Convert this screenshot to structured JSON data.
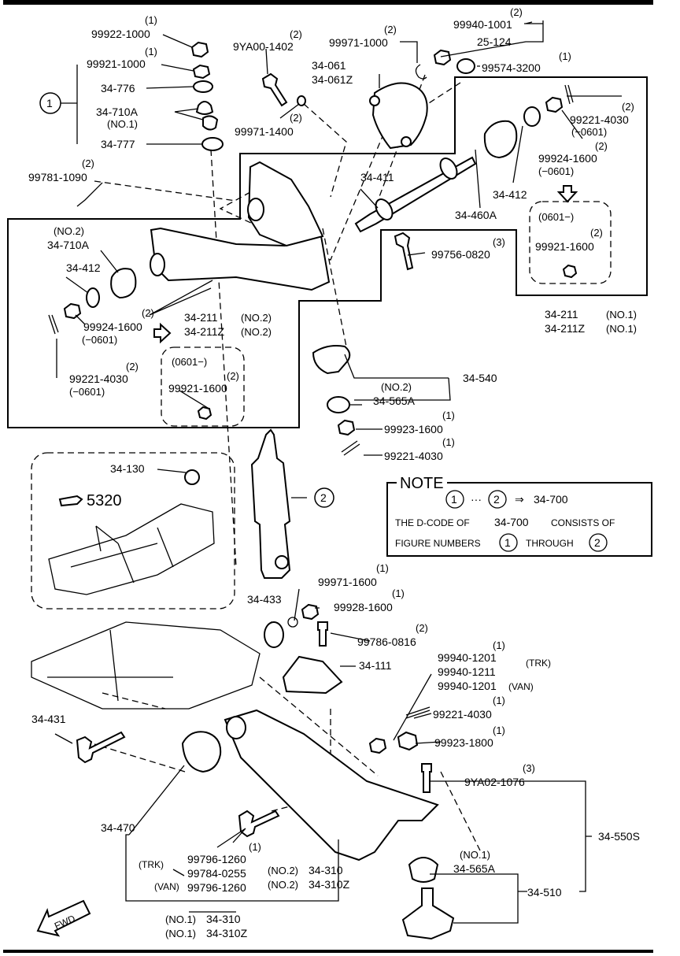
{
  "labels": {
    "p99922_1000": "99922-1000",
    "p99922_1000_q": "(1)",
    "p99921_1000": "99921-1000",
    "p99921_1000_q": "(1)",
    "p34_776": "34-776",
    "p34_710A_top": "34-710A",
    "p34_710A_top_note": "(NO.1)",
    "p34_777": "34-777",
    "p9YA00_1402": "9YA00-1402",
    "p9YA00_1402_q": "(2)",
    "p99971_1000": "99971-1000",
    "p99971_1000_q": "(2)",
    "p34_061": "34-061",
    "p34_061Z": "34-061Z",
    "p99940_1001": "99940-1001",
    "p99940_1001_q": "(2)",
    "p25_124": "25-124",
    "p99574_3200": "99574-3200",
    "p99574_3200_q": "(1)",
    "p99971_1400": "99971-1400",
    "p99971_1400_q": "(2)",
    "p99781_1090": "99781-1090",
    "p99781_1090_q": "(2)",
    "p99221_4030_r": "99221-4030",
    "p99221_4030_r_q": "(2)",
    "p99221_4030_r_rng": "(−0601)",
    "p99924_1600_r": "99924-1600",
    "p99924_1600_r_q": "(2)",
    "p99924_1600_r_rng": "(−0601)",
    "p34_411": "34-411",
    "p34_412_r": "34-412",
    "p34_460A": "34-460A",
    "range_r": "(0601−)",
    "p99921_1600_r": "99921-1600",
    "p99921_1600_r_q": "(2)",
    "p99756_0820": "99756-0820",
    "p99756_0820_q": "(3)",
    "p34_211_no1": "34-211",
    "p34_211_no1_n": "(NO.1)",
    "p34_211Z_no1": "34-211Z",
    "p34_211Z_no1_n": "(NO.1)",
    "p34_710A_no2_n": "(NO.2)",
    "p34_710A_no2": "34-710A",
    "p34_412_l": "34-412",
    "p99924_1600_l": "99924-1600",
    "p99924_1600_l_q": "(2)",
    "p99924_1600_l_rng": "(−0601)",
    "p34_211_no2": "34-211",
    "p34_211_no2_n": "(NO.2)",
    "p34_211Z_no2": "34-211Z",
    "p34_211Z_no2_n": "(NO.2)",
    "p99221_4030_l": "99221-4030",
    "p99221_4030_l_q": "(2)",
    "p99221_4030_l_rng": "(−0601)",
    "range_l": "(0601−)",
    "p99921_1600_l": "99921-1600",
    "p99921_1600_l_q": "(2)",
    "p34_540": "34-540",
    "p34_565A_no2_n": "(NO.2)",
    "p34_565A_no2": "34-565A",
    "p99923_1600": "99923-1600",
    "p99923_1600_q": "(1)",
    "p99221_4030_m": "99221-4030",
    "p99221_4030_m_q": "(1)",
    "p34_130": "34-130",
    "ref_5320": "5320",
    "p34_433": "34-433",
    "p99971_1600": "99971-1600",
    "p99971_1600_q": "(1)",
    "p99928_1600": "99928-1600",
    "p99928_1600_q": "(1)",
    "p99786_0816": "99786-0816",
    "p99786_0816_q": "(2)",
    "p34_111": "34-111",
    "p99940_1201_trk": "99940-1201",
    "p99940_1201_trk_q": "(1)",
    "trk_tag": "(TRK)",
    "p99940_1211": "99940-1211",
    "p99940_1201_van": "99940-1201",
    "van_tag": "(VAN)",
    "p34_431": "34-431",
    "p99221_4030_b": "99221-4030",
    "p99221_4030_b_q": "(1)",
    "p99923_1800": "99923-1800",
    "p99923_1800_q": "(1)",
    "p9YA02_1076": "9YA02-1076",
    "p9YA02_1076_q": "(3)",
    "p34_550S": "34-550S",
    "p34_470": "34-470",
    "p99796_1260_a": "99796-1260",
    "p99796_1260_a_q": "(1)",
    "trk_tag2": "(TRK)",
    "p99784_0255": "99784-0255",
    "van_tag2": "(VAN)",
    "p99796_1260_b": "99796-1260",
    "p34_310_no2_n": "(NO.2)",
    "p34_310_no2": "34-310",
    "p34_310Z_no2_n": "(NO.2)",
    "p34_310Z_no2": "34-310Z",
    "p34_565A_no1_n": "(NO.1)",
    "p34_565A_no1": "34-565A",
    "p34_510": "34-510",
    "p34_310_no1_n": "(NO.1)",
    "p34_310_no1": "34-310",
    "p34_310Z_no1_n": "(NO.1)",
    "p34_310Z_no1": "34-310Z",
    "fwd": "FWD",
    "circle1": "1",
    "circle2": "2"
  },
  "note": {
    "title": "NOTE",
    "c1": "1",
    "ellipsis": "···",
    "c2": "2",
    "arrow": "⇒",
    "target": "34-700",
    "line2a": "THE D-CODE OF",
    "line2b": "34-700",
    "line2c": "CONSISTS OF",
    "line3a": "FIGURE NUMBERS",
    "n1": "1",
    "line3b": "THROUGH",
    "n2": "2"
  }
}
